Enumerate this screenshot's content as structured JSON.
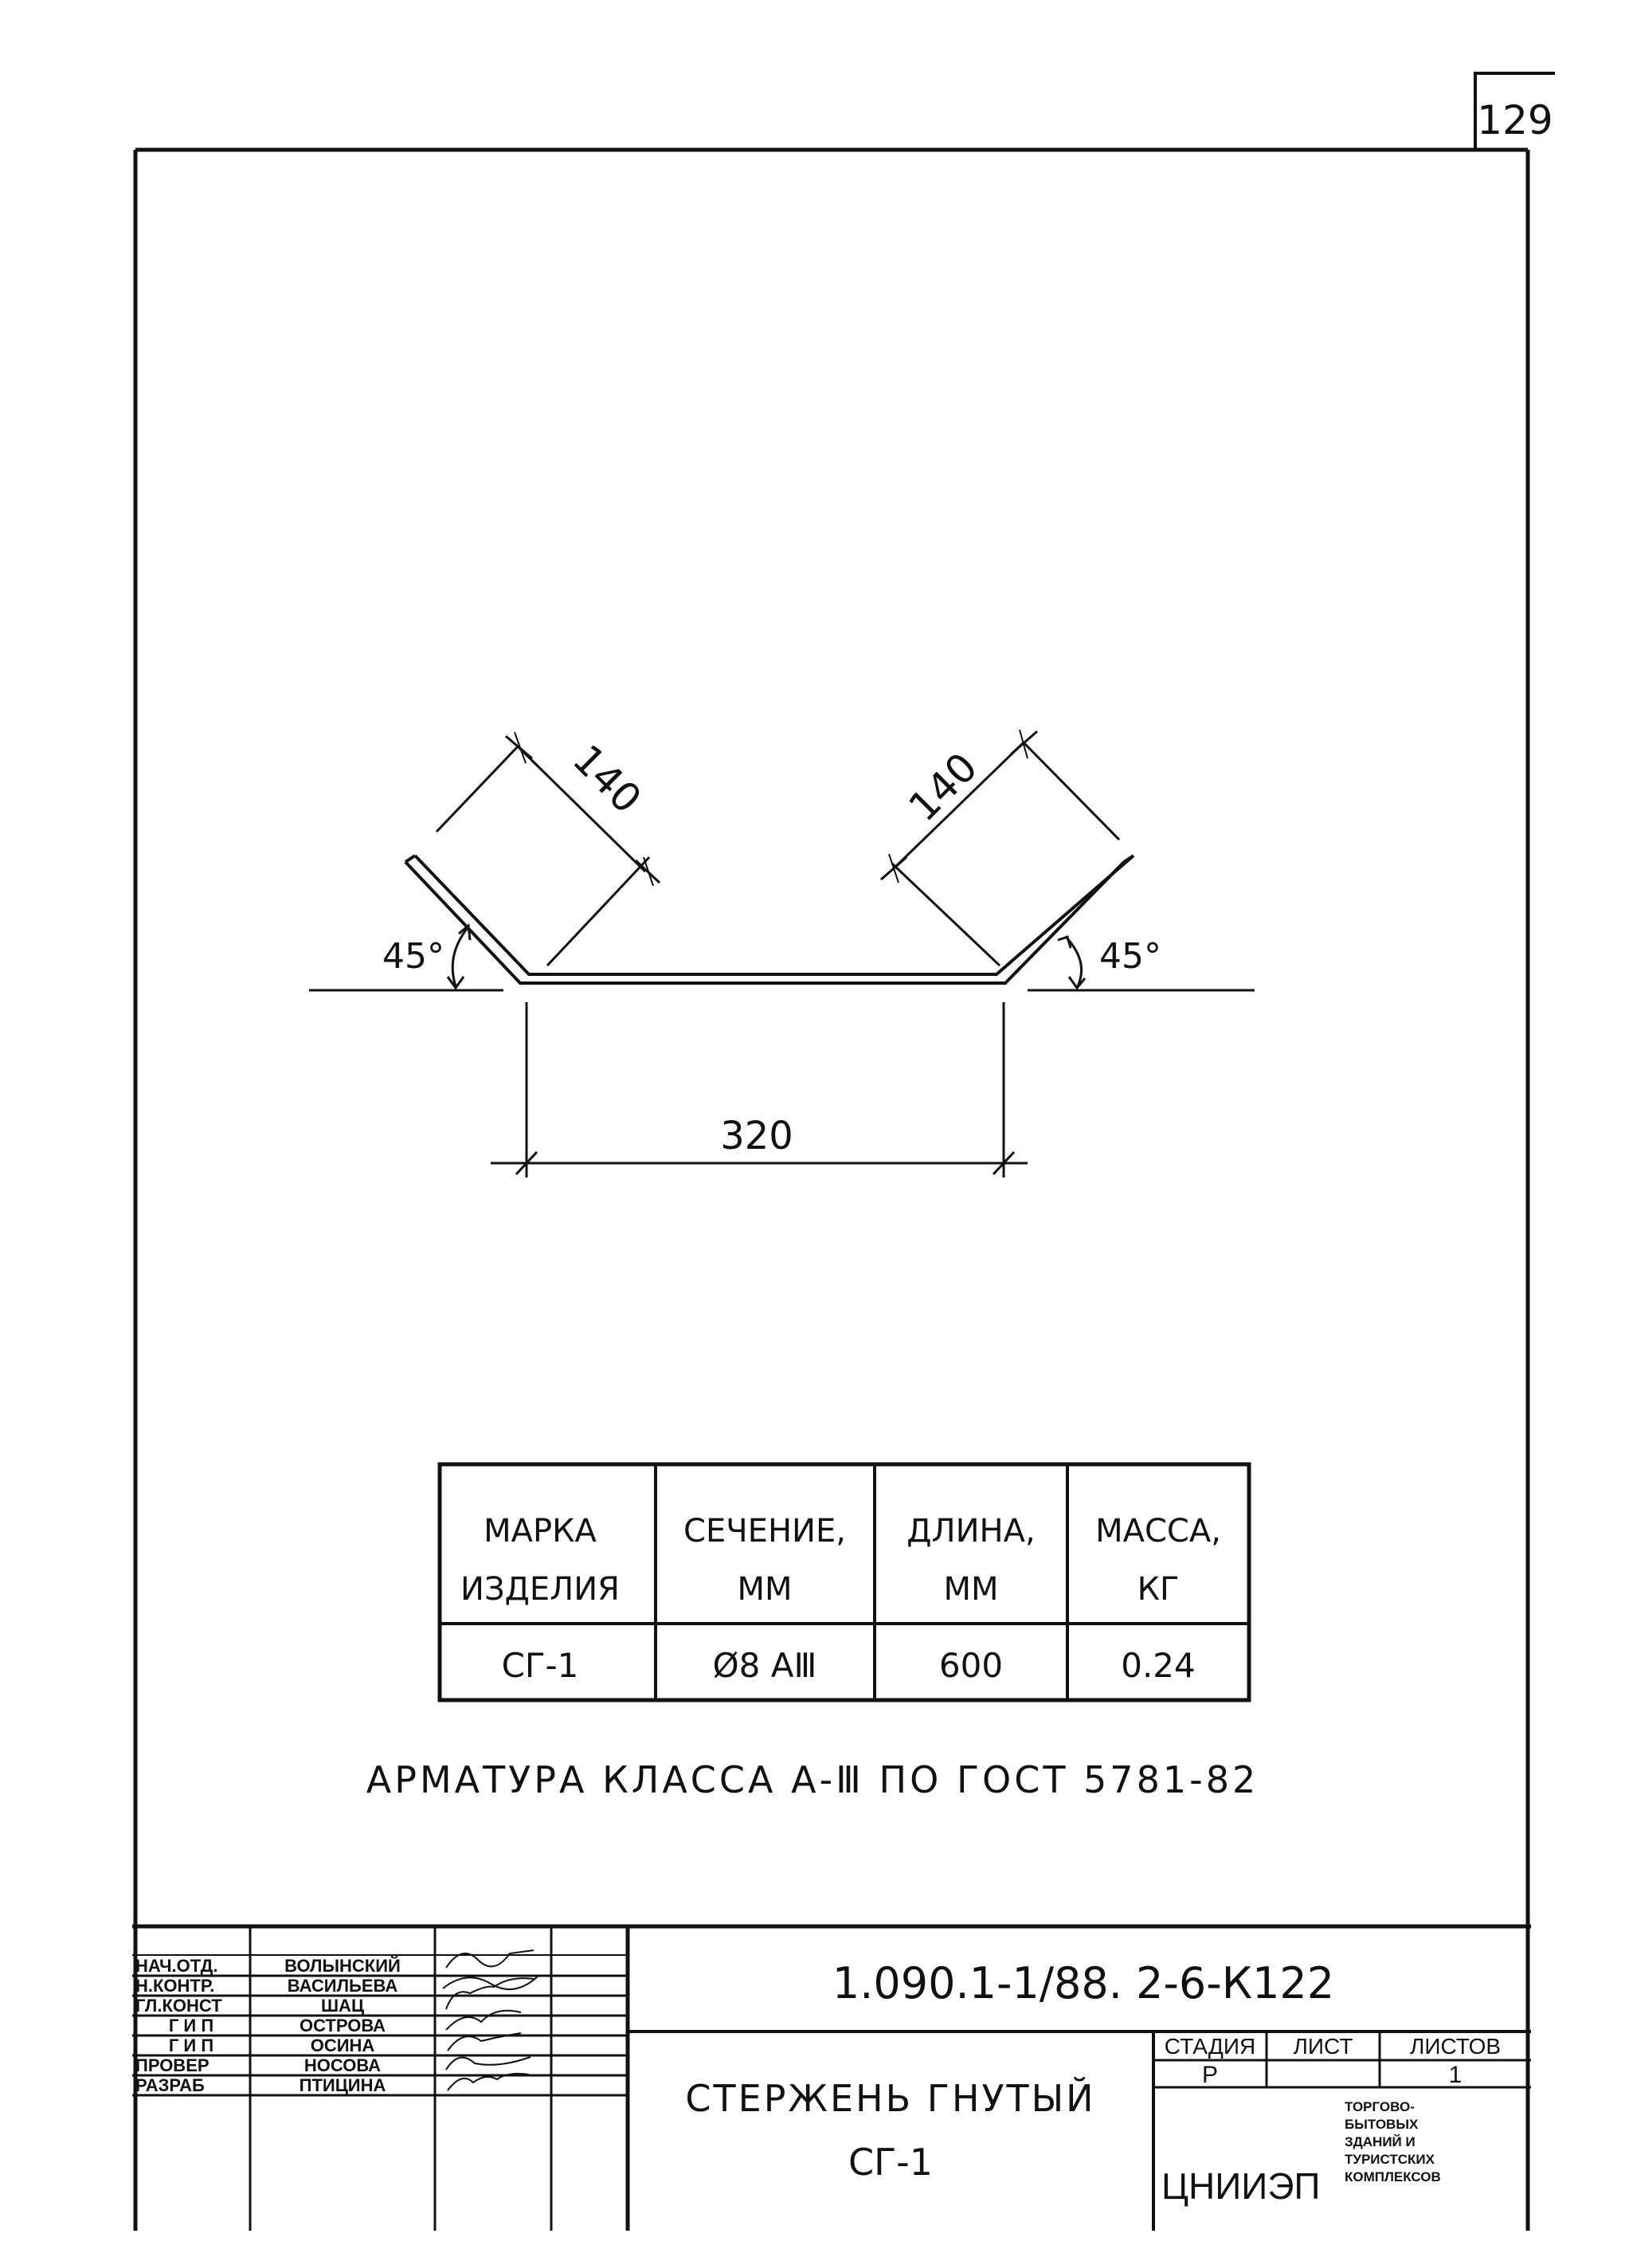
{
  "sheet_number": "129",
  "drawing": {
    "dim_left_arm": "140",
    "dim_right_arm": "140",
    "angle_left": "45°",
    "angle_right": "45°",
    "dim_bottom": "320"
  },
  "spec_table": {
    "headers": [
      [
        "МАРКА",
        "ИЗДЕЛИЯ"
      ],
      [
        "СЕЧЕНИЕ,",
        "ММ"
      ],
      [
        "ДЛИНА,",
        "ММ"
      ],
      [
        "МАССА,",
        "КГ"
      ]
    ],
    "row": [
      "СГ-1",
      "Ø8 АⅢ",
      "600",
      "0.24"
    ]
  },
  "note": "АРМАТУРА КЛАССА А-Ⅲ ПО ГОСТ 5781-82",
  "title_block": {
    "doc_code": "1.090.1-1/88. 2-6-К122",
    "title_line1": "СТЕРЖЕНЬ ГНУТЫЙ",
    "title_line2": "СГ-1",
    "stage_header": "СТАДИЯ",
    "sheet_header": "ЛИСТ",
    "sheets_header": "ЛИСТОВ",
    "stage": "Р",
    "sheet": "",
    "sheets": "1",
    "org": "ЦНИИЭП",
    "org_sub": [
      "ТОРГОВО-",
      "БЫТОВЫХ",
      "ЗДАНИЙ И",
      "ТУРИСТСКИХ",
      "КОМПЛЕКСОВ"
    ],
    "staff": [
      {
        "role": "НАЧ.ОТД.",
        "name": "ВОЛЫНСКИЙ"
      },
      {
        "role": "Н.КОНТР.",
        "name": "ВАСИЛЬЕВА"
      },
      {
        "role": "ГЛ.КОНСТ",
        "name": "ШАЦ"
      },
      {
        "role": "Г И П",
        "name": "ОСТРОВА"
      },
      {
        "role": "Г И П",
        "name": "ОСИНА"
      },
      {
        "role": "ПРОВЕР",
        "name": "НОСОВА"
      },
      {
        "role": "РАЗРАБ",
        "name": "ПТИЦИНА"
      }
    ]
  }
}
